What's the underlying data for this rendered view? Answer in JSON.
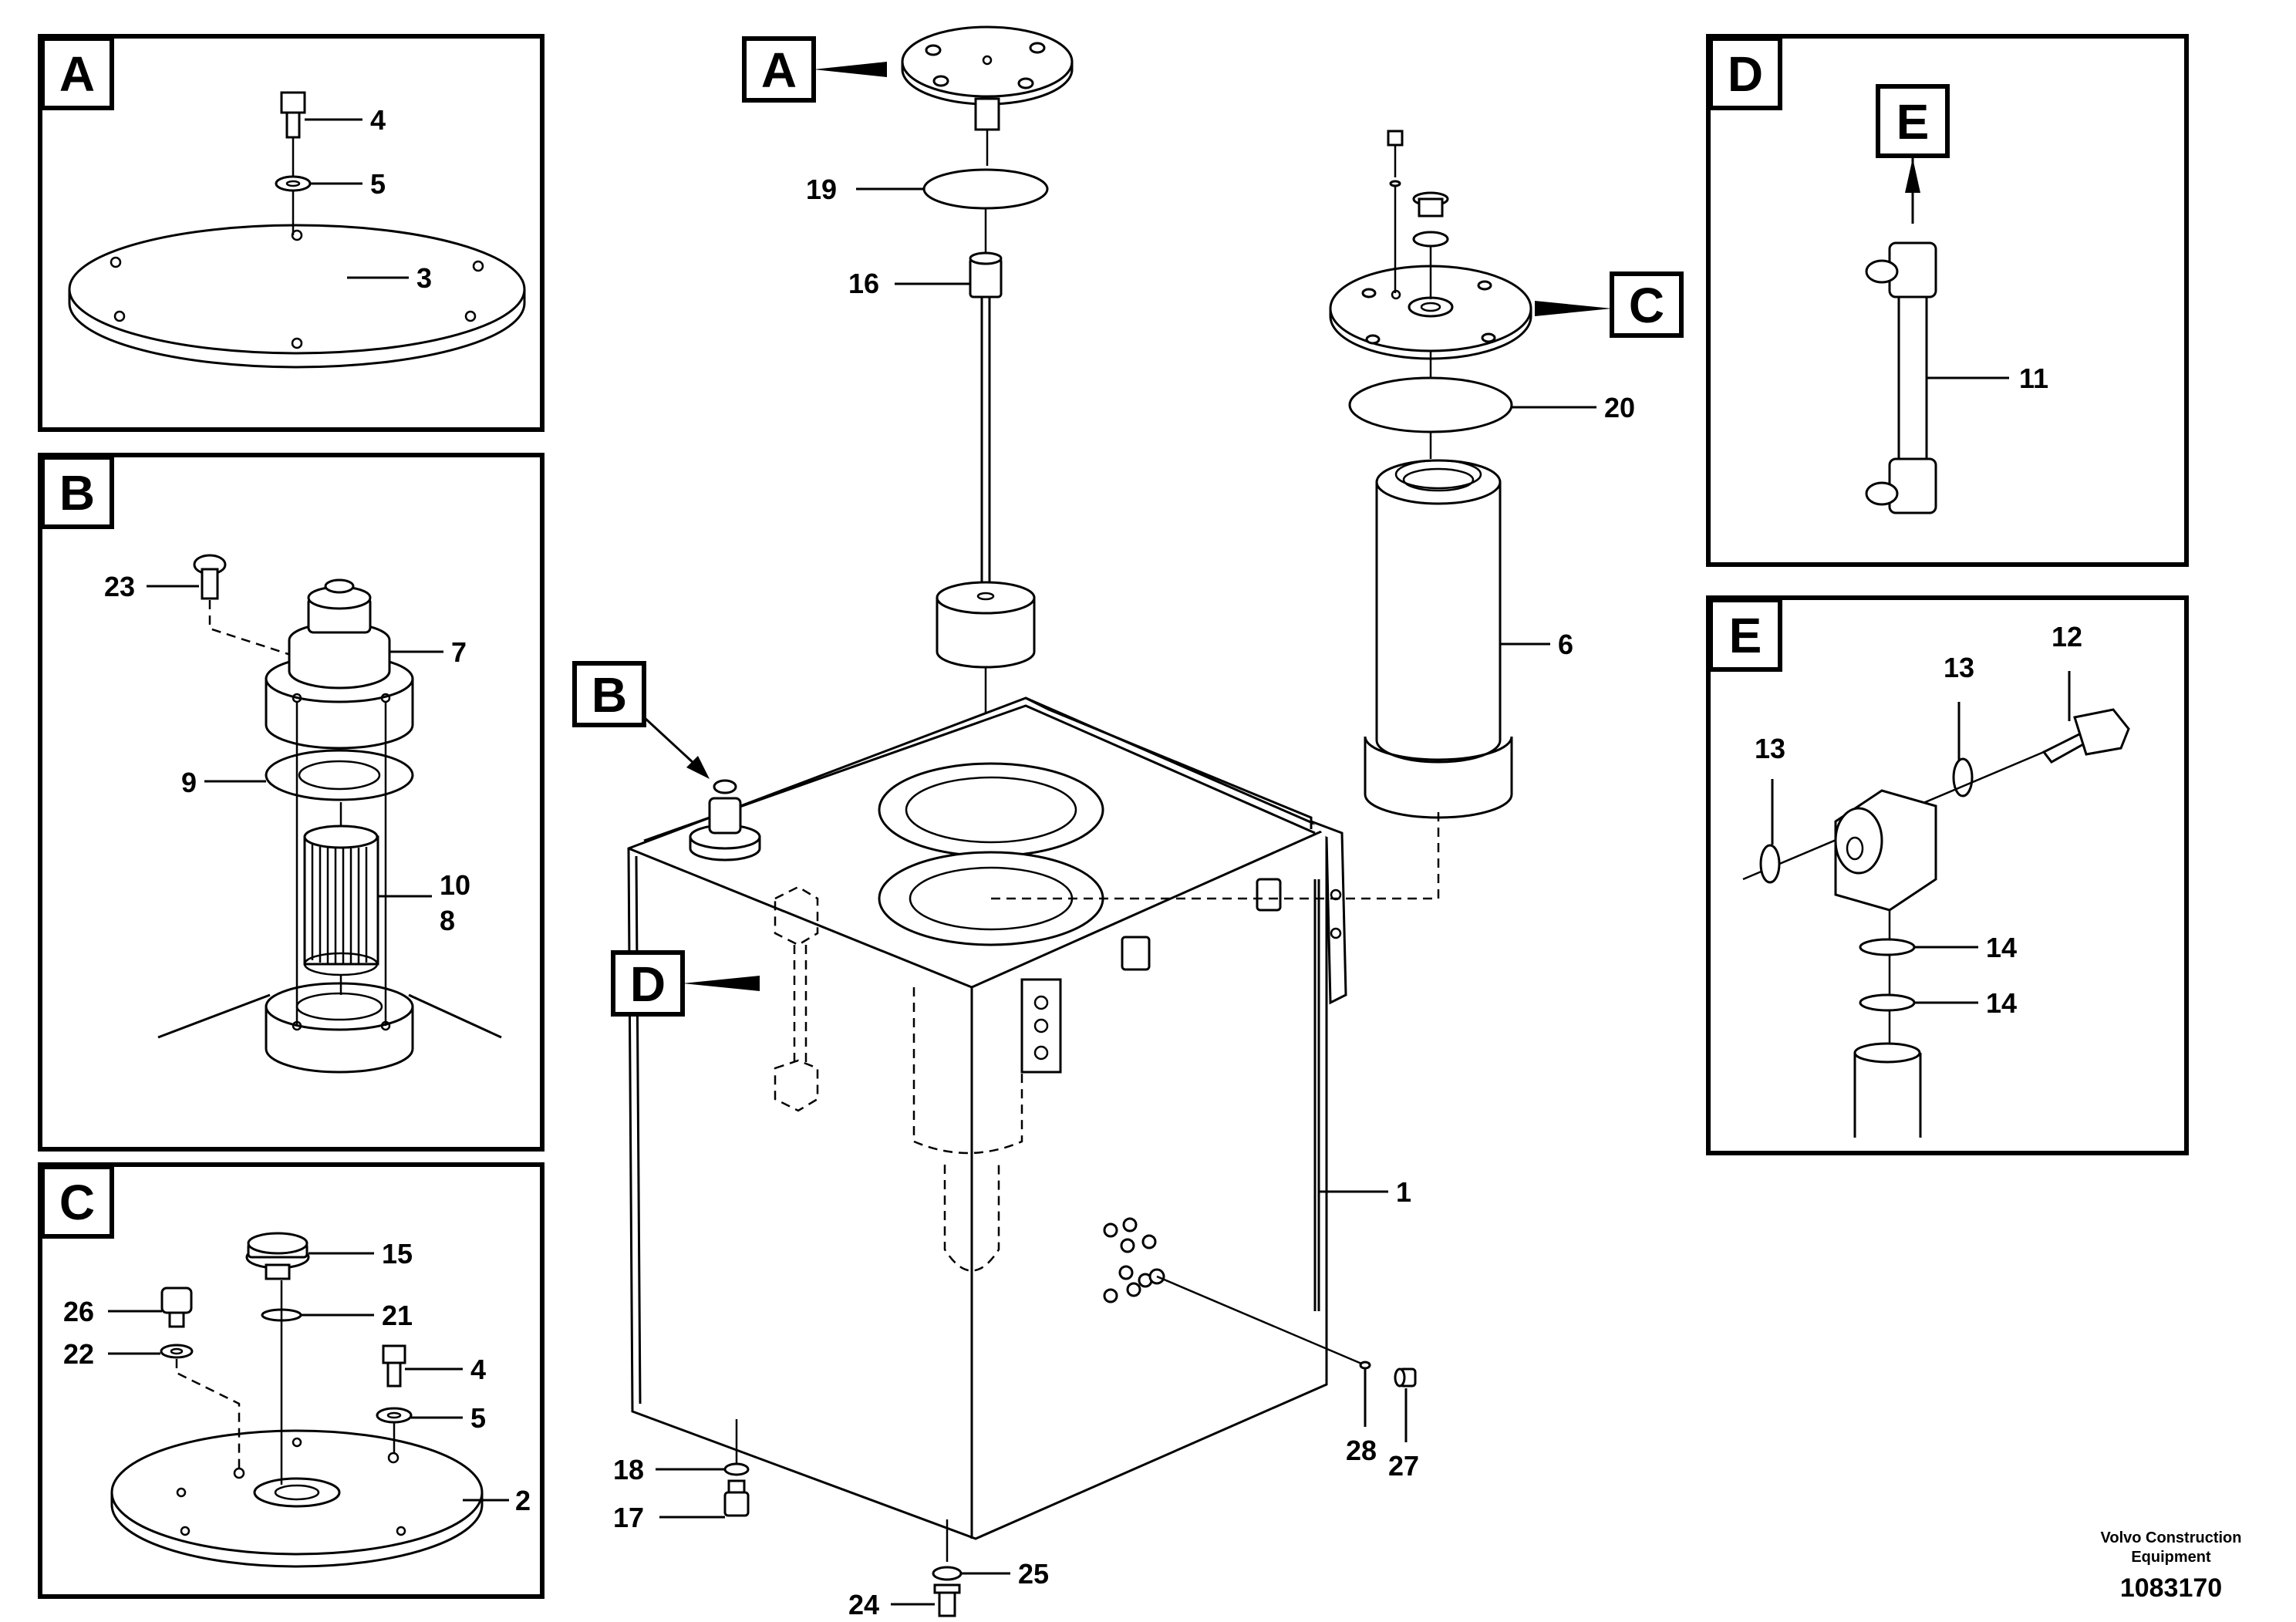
{
  "callouts": {
    "A": "A",
    "B": "B",
    "C": "C",
    "D": "D",
    "E": "E"
  },
  "parts": {
    "p1": "1",
    "p2": "2",
    "p3": "3",
    "p4": "4",
    "p5": "5",
    "p6": "6",
    "p7": "7",
    "p8": "8",
    "p9": "9",
    "p10": "10",
    "p11": "11",
    "p12": "12",
    "p13": "13",
    "p14": "14",
    "p15": "15",
    "p16": "16",
    "p17": "17",
    "p18": "18",
    "p19": "19",
    "p20": "20",
    "p21": "21",
    "p22": "22",
    "p23": "23",
    "p24": "24",
    "p25": "25",
    "p26": "26",
    "p27": "27",
    "p28": "28"
  },
  "footer": {
    "brand_line1": "Volvo Construction",
    "brand_line2": "Equipment",
    "doc_number": "1083170"
  }
}
